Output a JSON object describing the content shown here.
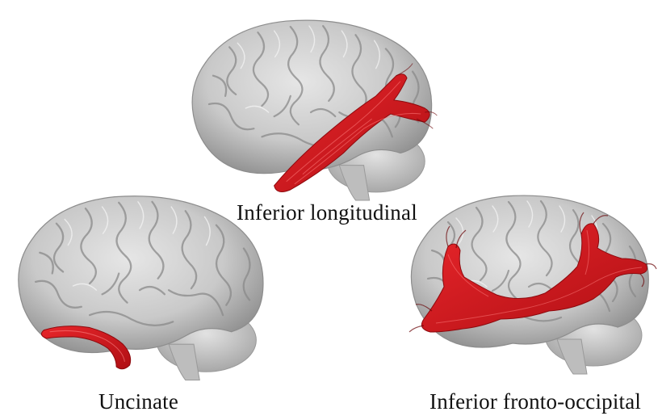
{
  "figure": {
    "panels": [
      {
        "id": "ilf",
        "label": "Inferior longitudinal",
        "tract_color": "#d8141a"
      },
      {
        "id": "unc",
        "label": "Uncinate",
        "tract_color": "#d8141a"
      },
      {
        "id": "ifo",
        "label": "Inferior fronto-occipital",
        "tract_color": "#d8141a"
      }
    ],
    "brain_color": "#c9c9c9"
  }
}
